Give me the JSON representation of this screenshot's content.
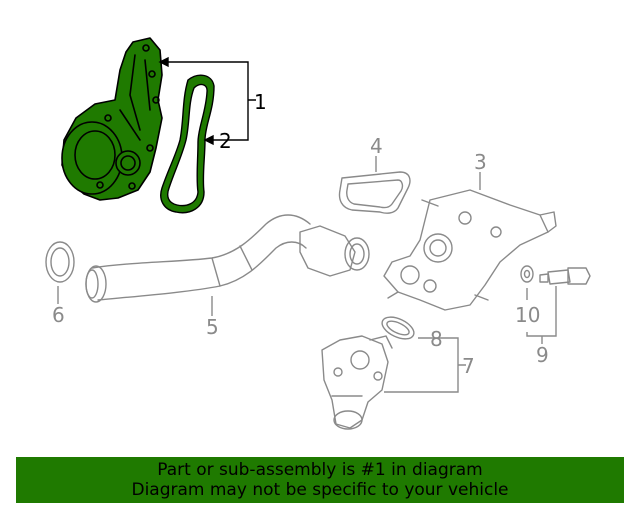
{
  "callouts": {
    "c1": "1",
    "c2": "2",
    "c3": "3",
    "c4": "4",
    "c5": "5",
    "c6": "6",
    "c7": "7",
    "c8": "8",
    "c9": "9",
    "c10": "10"
  },
  "banner": {
    "line1": "Part or sub-assembly is #1 in diagram",
    "line2": "Diagram may not be specific to your vehicle"
  },
  "colors": {
    "highlight": "#1f7a00",
    "outline": "#8a8a8a",
    "banner_bg": "#1f7a00"
  }
}
